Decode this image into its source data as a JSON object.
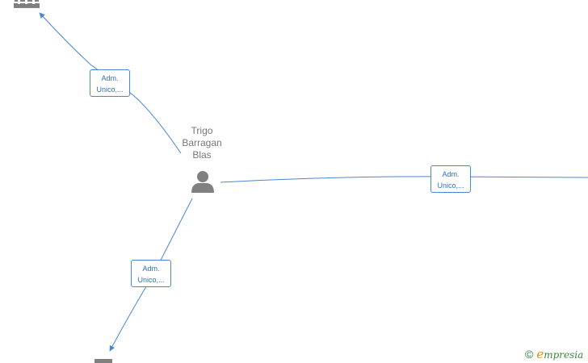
{
  "person": {
    "name_lines": [
      "Trigo",
      "Barragan",
      "Blas"
    ],
    "icon": "person-icon"
  },
  "companies": [
    {
      "id": "company-top",
      "icon": "building-icon"
    },
    {
      "id": "company-bottom",
      "icon": "building-icon"
    }
  ],
  "relations": [
    {
      "target": "company-top",
      "label_lines": [
        "Adm.",
        "Unico,..."
      ]
    },
    {
      "target": "company-right",
      "label_lines": [
        "Adm.",
        "Unico,..."
      ]
    },
    {
      "target": "company-bottom",
      "label_lines": [
        "Adm.",
        "Unico,..."
      ]
    }
  ],
  "watermark": {
    "symbol": "©",
    "brand_initial": "e",
    "brand_rest": "mpresia"
  },
  "colors": {
    "edge": "#4a86d6",
    "node_icon": "#808080",
    "label_text": "#2e6fc4",
    "watermark_green": "#3a8a3a",
    "watermark_orange": "#e8891c"
  }
}
